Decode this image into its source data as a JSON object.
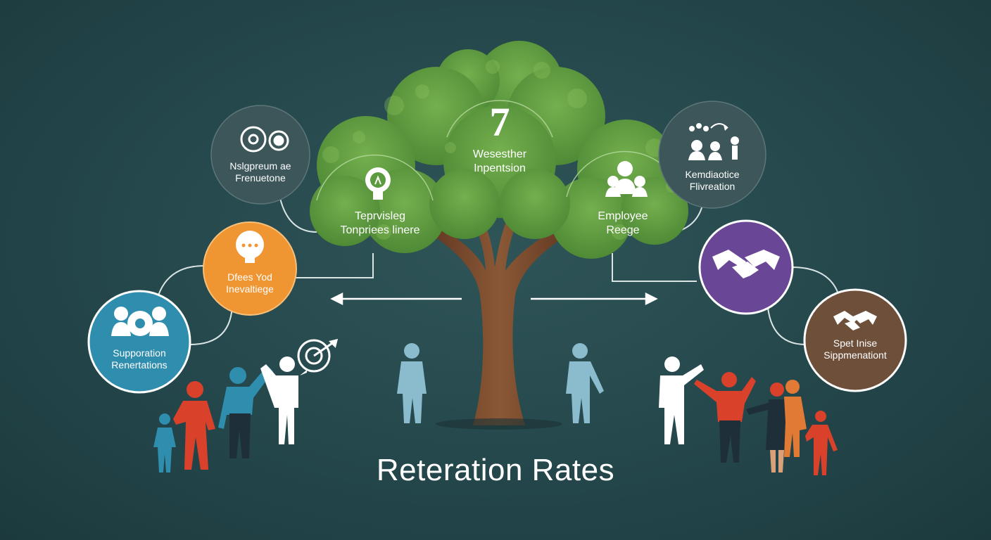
{
  "title": "Reteration Rates",
  "center_number": "7",
  "nodes": {
    "top_center": {
      "line1": "Wesesther",
      "line2": "Inpentsion",
      "icon": "number-seven"
    },
    "left_tree": {
      "line1": "Teprvisleg",
      "line2": "Tonpriees linere",
      "icon": "lightbulb-icon"
    },
    "right_tree": {
      "line1": "Employee",
      "line2": "Reege",
      "icon": "people-group-icon"
    },
    "top_left": {
      "line1": "Nslgpreum ae",
      "line2": "Frenuetone",
      "icon": "at-sign-icon",
      "color": "#3c5659"
    },
    "orange": {
      "line1": "Dfees Yod",
      "line2": "Inevaltiege",
      "icon": "speech-bulb-icon",
      "color": "#ef9532"
    },
    "blue": {
      "line1": "Supporation",
      "line2": "Renertations",
      "icon": "people-gear-icon",
      "color": "#2f8dae"
    },
    "top_right": {
      "line1": "Kemdiaotice",
      "line2": "Flivreation",
      "icon": "team-flow-icon",
      "color": "#3c5659"
    },
    "purple": {
      "line1": "",
      "line2": "",
      "icon": "handshake-icon",
      "color": "#6a4696"
    },
    "brown": {
      "line1": "Spet Inise",
      "line2": "Sippmenationt",
      "icon": "handshake-small-icon",
      "color": "#6e4f3a"
    }
  },
  "colors": {
    "background": "#24474b",
    "foliage": "#5b9a3e",
    "trunk": "#7a4a2e",
    "orange": "#ef9532",
    "blue": "#2f8dae",
    "purple": "#6a4696",
    "brown": "#6e4f3a",
    "red_figure": "#d9412b",
    "light_blue_figure": "#8bbccd"
  }
}
